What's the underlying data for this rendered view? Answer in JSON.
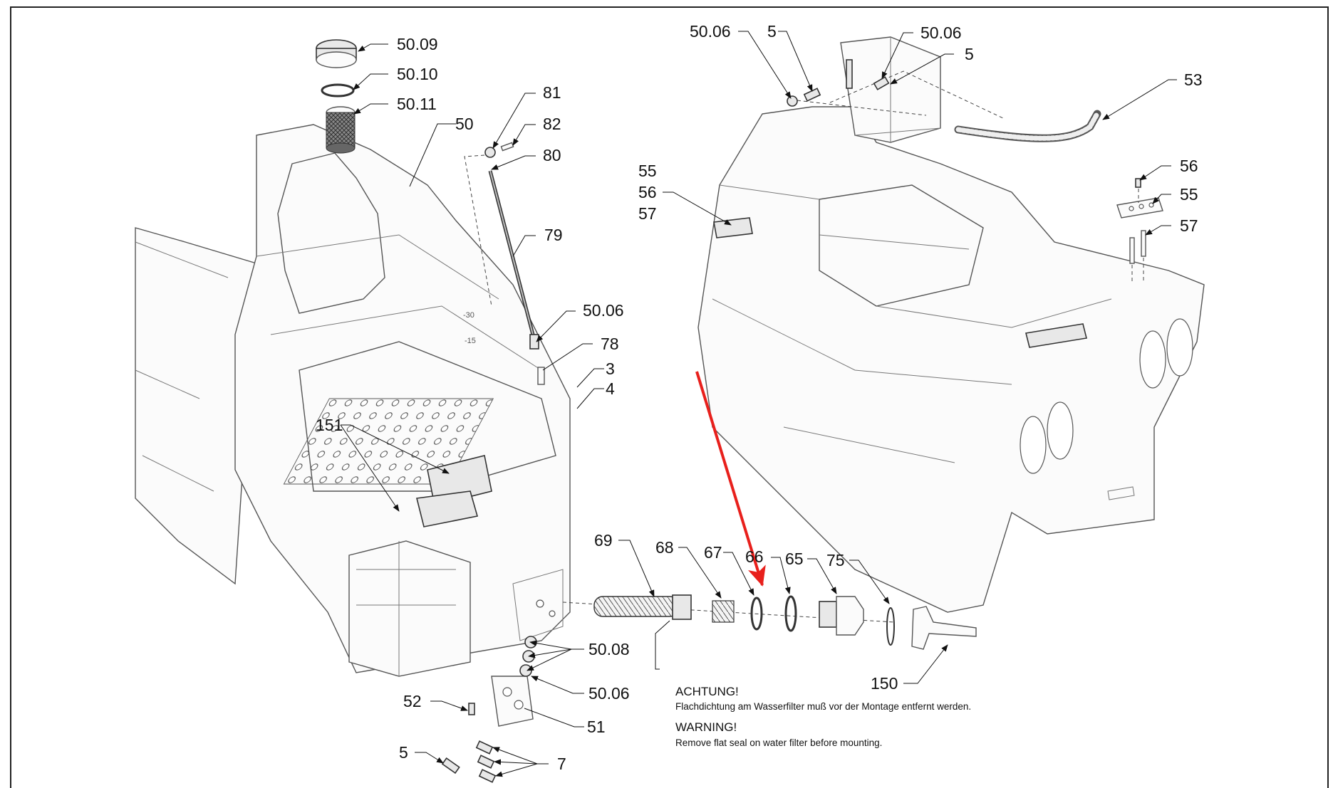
{
  "callouts": {
    "c_50_09": "50.09",
    "c_50_10": "50.10",
    "c_50_11": "50.11",
    "c_50": "50",
    "c_81": "81",
    "c_82": "82",
    "c_80": "80",
    "c_79": "79",
    "c_50_06a": "50.06",
    "c_78": "78",
    "c_3": "3",
    "c_4": "4",
    "c_151": "151",
    "c_69": "69",
    "c_68": "68",
    "c_67": "67",
    "c_66": "66",
    "c_65": "65",
    "c_75": "75",
    "c_150": "150",
    "c_50_08": "50.08",
    "c_50_06b": "50.06",
    "c_51": "51",
    "c_52": "52",
    "c_5a": "5",
    "c_7": "7",
    "c_50_06c": "50.06",
    "c_5b": "5",
    "c_50_06d": "50.06",
    "c_5c": "5",
    "c_53": "53",
    "c_55a": "55",
    "c_56a": "56",
    "c_57a": "57",
    "c_56b": "56",
    "c_55b": "55",
    "c_57b": "57"
  },
  "tank_scale": {
    "mark_a": "-30",
    "mark_b": "-15"
  },
  "notes": {
    "de_title": "ACHTUNG!",
    "de_text": "Flachdichtung am Wasserfilter muß vor der Montage entfernt werden.",
    "en_title": "WARNING!",
    "en_text": "Remove flat seal on water filter before mounting."
  },
  "colors": {
    "highlight_arrow": "#e8201c",
    "line": "#111111"
  }
}
